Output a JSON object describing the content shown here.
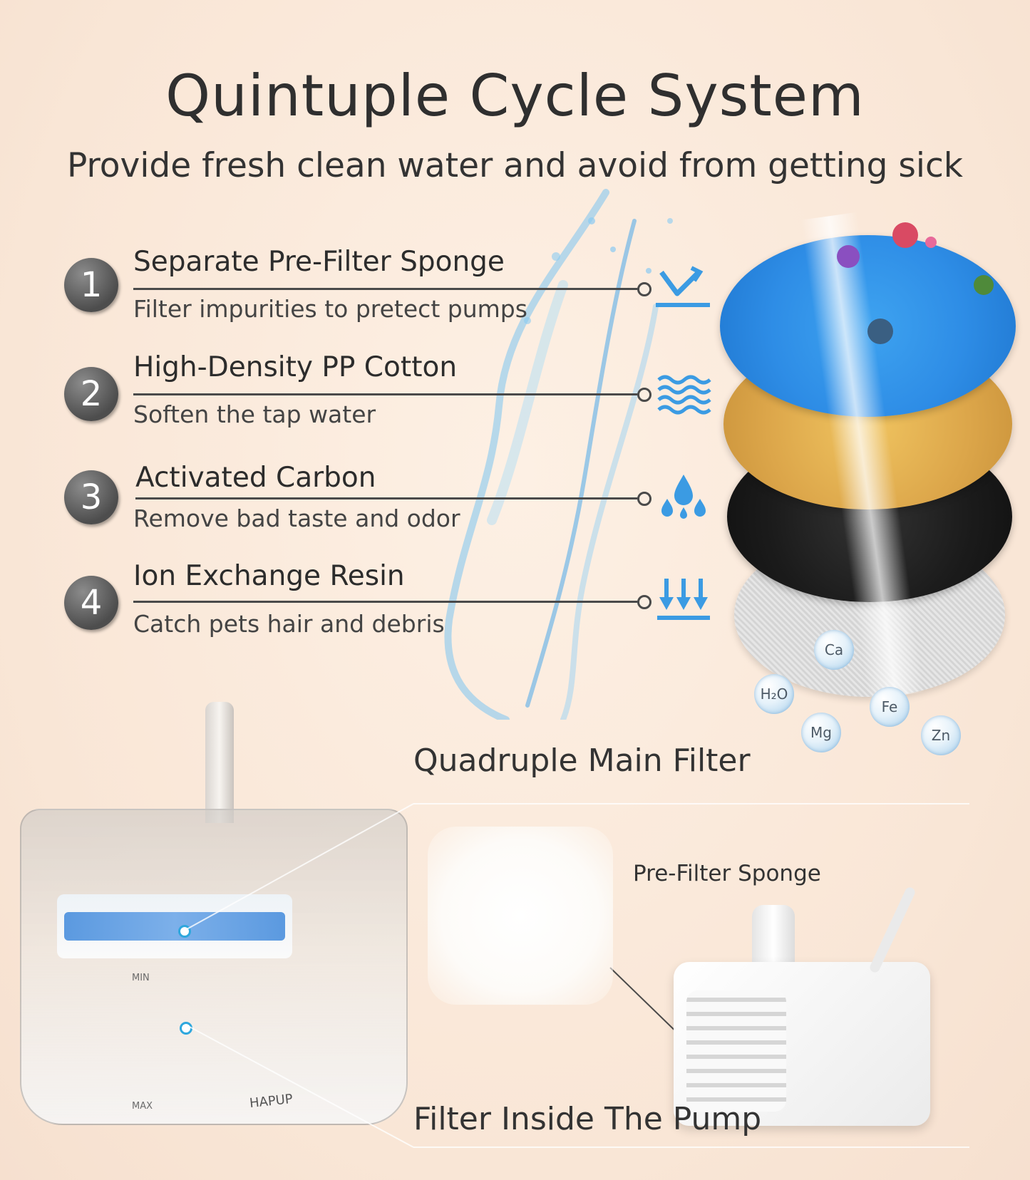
{
  "header": {
    "title": "Quintuple Cycle System",
    "subtitle": "Provide fresh clean water and avoid from getting sick"
  },
  "steps": [
    {
      "number": "1",
      "title": "Separate Pre-Filter Sponge",
      "subtitle": "Filter impurities to pretect pumps",
      "icon": "v-arrow-icon"
    },
    {
      "number": "2",
      "title": "High-Density PP Cotton",
      "subtitle": "Soften the tap water",
      "icon": "waves-icon"
    },
    {
      "number": "3",
      "title": "Activated Carbon",
      "subtitle": "Remove bad taste and odor",
      "icon": "water-drops-icon"
    },
    {
      "number": "4",
      "title": "Ion Exchange Resin",
      "subtitle": "Catch pets hair and debris",
      "icon": "down-arrows-icon"
    }
  ],
  "ions": {
    "ca": "Ca",
    "h2o": "H₂O",
    "mg": "Mg",
    "fe": "Fe",
    "zn": "Zn"
  },
  "labels": {
    "main_filter": "Quadruple Main Filter",
    "pre_filter": "Pre-Filter Sponge",
    "pump_filter": "Filter Inside The Pump"
  },
  "fountain": {
    "brand": "HAPUP",
    "min_mark": "MIN",
    "max_mark": "MAX"
  },
  "colors": {
    "background": "#f9e6d6",
    "accent_blue": "#3b9be3",
    "sponge_blue": "#2e8de6",
    "cotton_yellow": "#e2b04c",
    "carbon_black": "#1c1c1c",
    "resin_gray": "#dcdcdc"
  }
}
